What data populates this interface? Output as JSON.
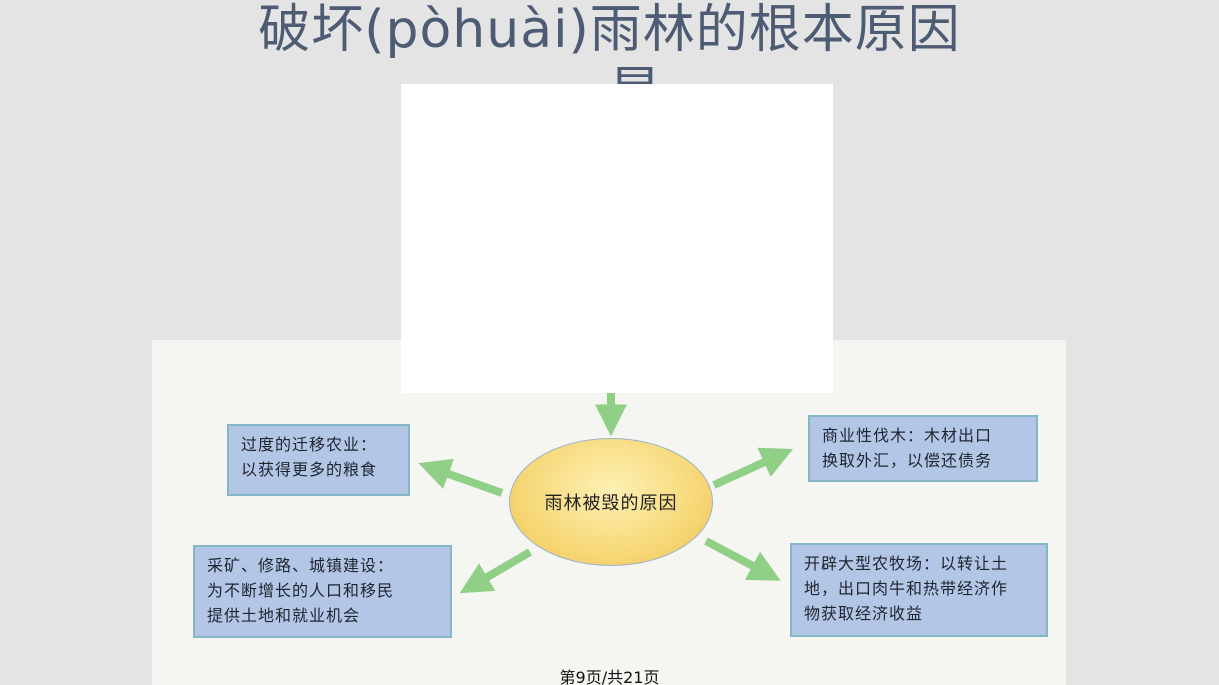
{
  "slide": {
    "title": "破坏(pòhuài)雨林的根本原因",
    "title_continuation": "是"
  },
  "diagram": {
    "center": "雨林被毁的原因",
    "causes": [
      {
        "id": "top-left",
        "lines": [
          "过度的迁移农业：",
          "以获得更多的粮食"
        ]
      },
      {
        "id": "top-right",
        "lines": [
          "商业性伐木：木材出口",
          "换取外汇，以偿还债务"
        ]
      },
      {
        "id": "bottom-left",
        "lines": [
          "采矿、修路、城镇建设：",
          "为不断增长的人口和移民",
          "提供土地和就业机会"
        ]
      },
      {
        "id": "bottom-right",
        "lines": [
          "开辟大型农牧场：以转让土",
          "地，出口肉牛和热带经济作",
          "物获取经济收益"
        ]
      }
    ],
    "colors": {
      "arrow": "#8fcf86",
      "box_fill": "#b4c6e6",
      "box_border": "#86b7c9",
      "ellipse_fill": "#f7d878",
      "title_text": "#4d5b73"
    }
  },
  "footer": {
    "page_indicator": "第9页/共21页"
  }
}
